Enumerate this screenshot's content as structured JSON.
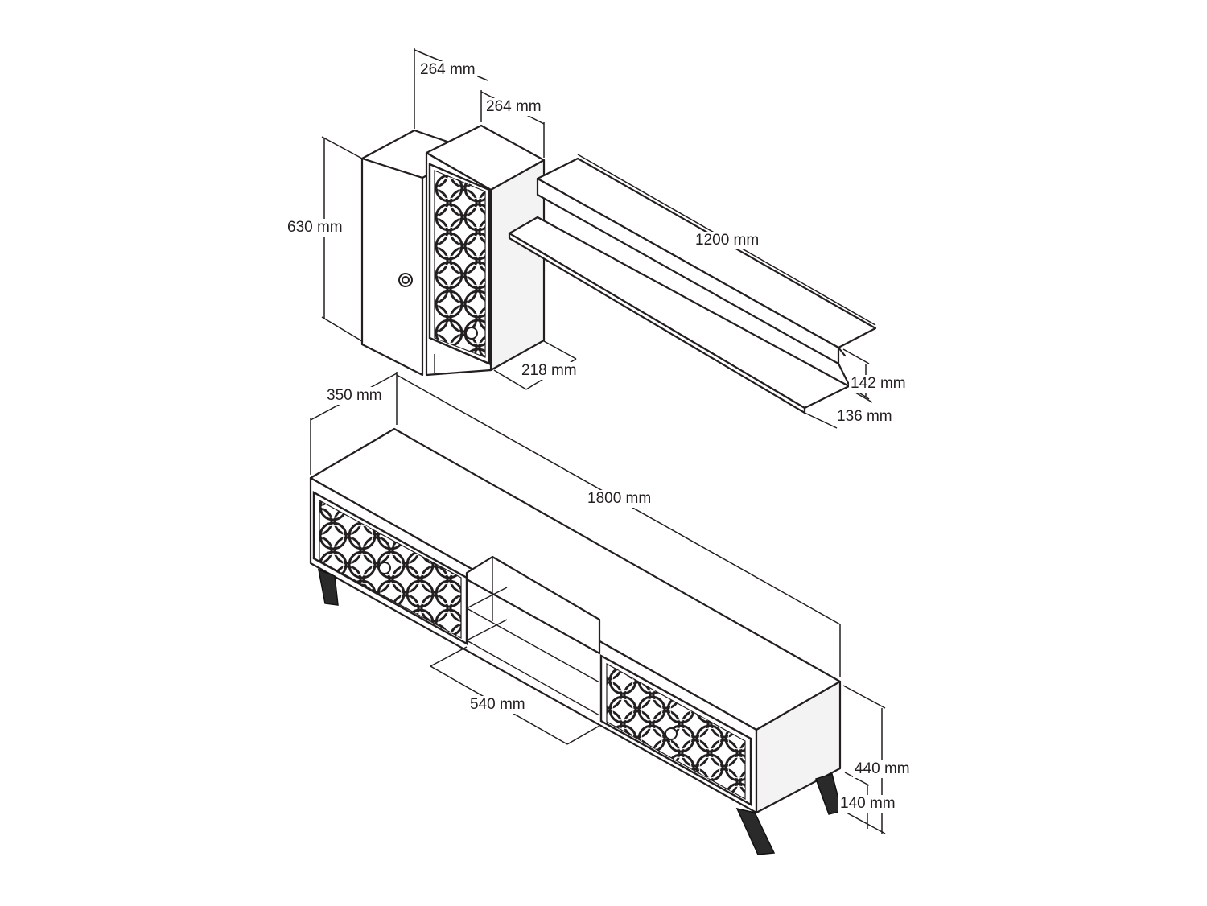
{
  "dimensions": {
    "cabinet_open_depth": "264 mm",
    "cabinet_door_depth": "264 mm",
    "cabinet_height": "630 mm",
    "cabinet_width": "218 mm",
    "shelf_length": "1200 mm",
    "shelf_height": "142 mm",
    "shelf_depth": "136 mm",
    "tv_unit_depth": "350 mm",
    "tv_unit_length": "1800 mm",
    "tv_unit_open_section": "540 mm",
    "tv_unit_height": "440 mm",
    "tv_unit_leg_height": "140 mm"
  },
  "colors": {
    "line": "#231f20",
    "leg": "#2a2a2a",
    "background": "#ffffff"
  }
}
